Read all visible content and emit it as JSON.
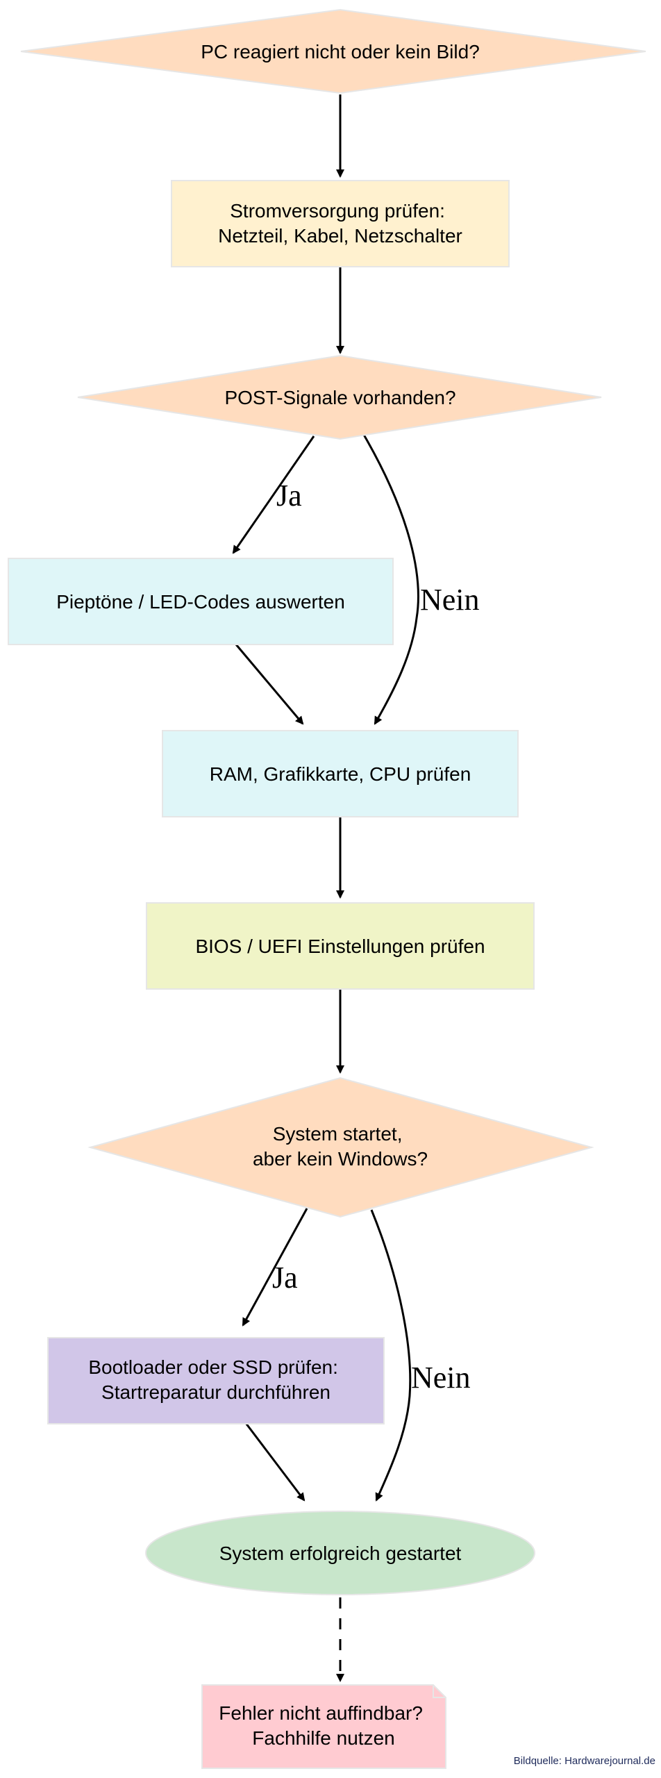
{
  "diagram": {
    "nodes": {
      "start": {
        "lines": [
          "PC reagiert nicht oder kein Bild?"
        ],
        "fill": "#ffdcbf"
      },
      "power": {
        "lines": [
          "Stromversorgung prüfen:",
          "Netzteil, Kabel, Netzschalter"
        ],
        "fill": "#fff1cf"
      },
      "post": {
        "lines": [
          "POST-Signale vorhanden?"
        ],
        "fill": "#ffdcbf"
      },
      "beep": {
        "lines": [
          "Pieptöne / LED-Codes auswerten"
        ],
        "fill": "#dff6f8"
      },
      "hw": {
        "lines": [
          "RAM, Grafikkarte, CPU prüfen"
        ],
        "fill": "#dff6f8"
      },
      "bios": {
        "lines": [
          "BIOS / UEFI Einstellungen prüfen"
        ],
        "fill": "#f0f4c7"
      },
      "windows": {
        "lines": [
          "System startet,",
          "aber kein Windows?"
        ],
        "fill": "#ffdcbf"
      },
      "boot": {
        "lines": [
          "Bootloader oder SSD prüfen:",
          "Startreparatur durchführen"
        ],
        "fill": "#d1c6e8"
      },
      "success": {
        "lines": [
          "System erfolgreich gestartet"
        ],
        "fill": "#c8e6cb"
      },
      "help": {
        "lines": [
          "Fehler nicht auffindbar?",
          "Fachhilfe nutzen"
        ],
        "fill": "#ffcbd1"
      }
    },
    "edges": {
      "post_yes": "Ja",
      "post_no": "Nein",
      "windows_yes": "Ja",
      "windows_no": "Nein"
    },
    "source": "Bildquelle: Hardwarejournal.de"
  }
}
